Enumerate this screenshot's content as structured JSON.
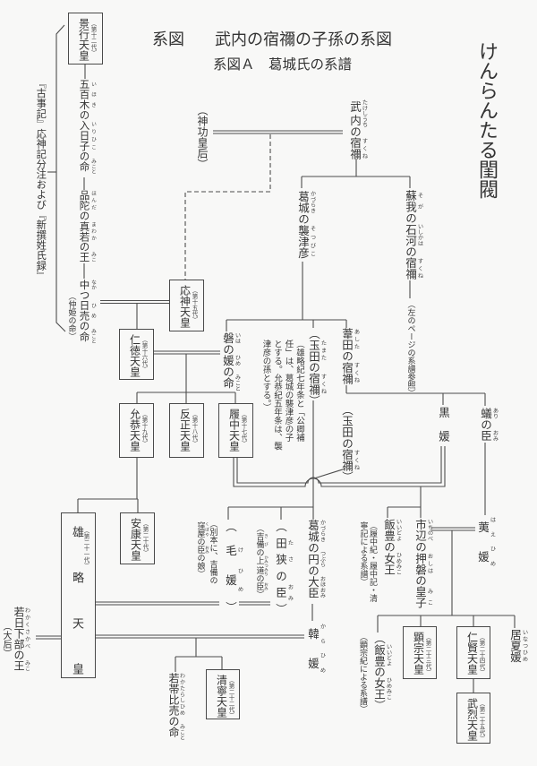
{
  "header": {
    "title_label": "系図",
    "title_text": "武内の宿禰の子孫の系図",
    "subtitle": "系図Ａ　葛城氏の系譜",
    "side_heading": "けんらんたる閨閥"
  },
  "emperors": {
    "keikou": {
      "name": "景行天皇",
      "generation": "（第十二代）"
    },
    "oujin": {
      "name": "応神天皇",
      "generation": "（第十五代）"
    },
    "nintoku": {
      "name": "仁徳天皇",
      "generation": "（第十六代）"
    },
    "richuu": {
      "name": "履中天皇",
      "generation": "（第十七代）"
    },
    "hanzei": {
      "name": "反正天皇",
      "generation": "（第十八代）"
    },
    "ingyou": {
      "name": "允恭天皇",
      "generation": "（第十九代）"
    },
    "ankou": {
      "name": "安康天皇",
      "generation": "（第二十代）"
    },
    "yuuryaku": {
      "name": "雄略天皇",
      "generation": "（第二十一代）"
    },
    "seinei": {
      "name": "清寧天皇",
      "generation": "（第二十二代）"
    },
    "kenzou": {
      "name": "顕宗天皇",
      "generation": "（第二十三代）"
    },
    "ninken": {
      "name": "仁賢天皇",
      "generation": "（第二十四代）"
    },
    "buretsu": {
      "name": "武烈天皇",
      "generation": "（第二十五代）"
    }
  },
  "persons": {
    "iokiirihiko": {
      "name": "五百木の入日子の命",
      "ruby": [
        [
          "五百木",
          "いほき"
        ],
        [
          "の",
          ""
        ],
        [
          "入日子",
          "いりひこ"
        ],
        [
          "の",
          ""
        ],
        [
          "命",
          "みこと"
        ]
      ]
    },
    "homuda_mawaka": {
      "name": "品陀の真若の王",
      "ruby": [
        [
          "品陀",
          "ほんだ"
        ],
        [
          "の",
          ""
        ],
        [
          "真若",
          "まわか"
        ],
        [
          "の",
          ""
        ],
        [
          "王",
          "みこ"
        ]
      ]
    },
    "nakatsuhime": {
      "name": "中つ日売の命",
      "ruby": [
        [
          "中",
          "なか"
        ],
        [
          "つ",
          ""
        ],
        [
          "日売",
          "ひめ"
        ],
        [
          "の",
          ""
        ],
        [
          "命",
          "みこと"
        ]
      ]
    },
    "nakatsuhime_alias": {
      "name": "（仲姫の命）",
      "ruby": [
        [
          "（仲姫の命）",
          ""
        ]
      ]
    },
    "jinguu": {
      "name": "（神功皇后）",
      "ruby": [
        [
          "（神功皇后）",
          ""
        ]
      ]
    },
    "takeuchi": {
      "name": "武内の宿禰",
      "ruby": [
        [
          "武内",
          "たけしうち"
        ],
        [
          "の",
          ""
        ],
        [
          "宿禰",
          "すくね"
        ]
      ]
    },
    "sotsuhiko": {
      "name": "葛城の襲津彦",
      "ruby": [
        [
          "葛城",
          "かづらき"
        ],
        [
          "の",
          ""
        ],
        [
          "襲津彦",
          "そつびこ"
        ]
      ]
    },
    "soga_ishikawa": {
      "name": "蘇我の石河の宿禰",
      "ruby": [
        [
          "蘇我",
          "そが"
        ],
        [
          "の",
          ""
        ],
        [
          "石河",
          "いしかは"
        ],
        [
          "の",
          ""
        ],
        [
          "宿禰",
          "すくね"
        ]
      ]
    },
    "iwanohime": {
      "name": "磐の媛の命",
      "ruby": [
        [
          "磐",
          "いは"
        ],
        [
          "の",
          ""
        ],
        [
          "媛",
          "ひめ"
        ],
        [
          "の",
          ""
        ],
        [
          "命",
          "みこと"
        ]
      ]
    },
    "tamada": {
      "name": "（玉田の宿禰）",
      "ruby": [
        [
          "（",
          ""
        ],
        [
          "玉田",
          "たまた"
        ],
        [
          "の",
          ""
        ],
        [
          "宿禰",
          "すくね"
        ],
        [
          "）",
          ""
        ]
      ]
    },
    "ashida": {
      "name": "葦田の宿禰",
      "ruby": [
        [
          "葦田",
          "あした"
        ],
        [
          "の",
          ""
        ],
        [
          "宿禰",
          "すくね"
        ]
      ]
    },
    "tamada_alt": {
      "name": "（玉田の宿禰）",
      "ruby": [
        [
          "（玉田の",
          ""
        ],
        [
          "宿禰",
          "すくね"
        ],
        [
          "）",
          ""
        ]
      ]
    },
    "kurohime": {
      "name": "黒媛",
      "ruby": [
        [
          "黒媛",
          ""
        ]
      ]
    },
    "ari_omi": {
      "name": "蟻の臣",
      "ruby": [
        [
          "蟻",
          "あり"
        ],
        [
          "の",
          ""
        ],
        [
          "臣",
          "おみ"
        ]
      ]
    },
    "haehime": {
      "name": "荑媛",
      "ruby": [
        [
          "荑",
          "はえ"
        ],
        [
          "媛",
          "ひめ"
        ]
      ]
    },
    "ichinobe": {
      "name": "市辺の押磐の皇子",
      "ruby": [
        [
          "市辺",
          "いちのべ"
        ],
        [
          "の",
          ""
        ],
        [
          "押磐",
          "おしは"
        ],
        [
          "の",
          ""
        ],
        [
          "皇子",
          "みこ"
        ]
      ]
    },
    "iitoyo": {
      "name": "飯豊の女王",
      "ruby": [
        [
          "飯豊",
          "いいどよ"
        ],
        [
          "の",
          ""
        ],
        [
          "女王",
          "ひめみこ"
        ]
      ]
    },
    "iitoyo_alt": {
      "name": "（飯豊の女王）",
      "ruby": [
        [
          "（",
          ""
        ],
        [
          "飯豊",
          "いいどよ"
        ],
        [
          "の",
          ""
        ],
        [
          "女王",
          "ひめみこ"
        ],
        [
          "）",
          ""
        ]
      ]
    },
    "inatsuhime": {
      "name": "居夏媛",
      "ruby": [
        [
          "居夏媛",
          "いなつひめ"
        ]
      ]
    },
    "kehime": {
      "name": "（毛媛）",
      "ruby": [
        [
          "（",
          ""
        ],
        [
          "毛",
          "け"
        ],
        [
          "媛",
          "ひめ"
        ],
        [
          "）",
          ""
        ]
      ]
    },
    "tasa": {
      "name": "（田狭の臣）",
      "ruby": [
        [
          "（",
          ""
        ],
        [
          "田",
          "た"
        ],
        [
          "狭",
          "さ"
        ],
        [
          "の",
          ""
        ],
        [
          "臣",
          "おみ"
        ],
        [
          "）",
          ""
        ]
      ]
    },
    "kibi_kamitsumichi": {
      "name": "（吉備の上道の臣）",
      "ruby": [
        [
          "（",
          ""
        ],
        [
          "吉備",
          "きび"
        ],
        [
          "の",
          ""
        ],
        [
          "上道",
          "かみつみち"
        ],
        [
          "の",
          ""
        ],
        [
          "臣",
          "おみ"
        ],
        [
          "）",
          ""
        ]
      ]
    },
    "tsubura": {
      "name": "葛城の円の大臣",
      "ruby": [
        [
          "葛城",
          "かづらき"
        ],
        [
          "の",
          ""
        ],
        [
          "円",
          "つぶら"
        ],
        [
          "の",
          ""
        ],
        [
          "大臣",
          "おほおみ"
        ]
      ]
    },
    "karahime": {
      "name": "韓媛",
      "ruby": [
        [
          "韓",
          "から"
        ],
        [
          "媛",
          "ひめ"
        ]
      ]
    },
    "wakakusakabe": {
      "name": "若日下部の王",
      "ruby": [
        [
          "若日下部",
          "わかくさかべ"
        ],
        [
          "の",
          ""
        ],
        [
          "王",
          "みこ"
        ]
      ]
    },
    "ookisaki": {
      "name": "（大后）",
      "ruby": [
        [
          "（大后）",
          ""
        ]
      ]
    },
    "wakatarashihime": {
      "name": "若帯比売の命",
      "ruby": [
        [
          "若帯比売",
          "わかたらしひめ"
        ],
        [
          "の",
          ""
        ],
        [
          "命",
          "みこと"
        ]
      ]
    }
  },
  "notes": {
    "source": "『古事記』応神記分注および『新撰姓氏録』",
    "soga_reference": "（左のページの系譜参照）",
    "tamada_lineage": [
      "（雄略紀七年条と「公卿補",
      "任」は、葛城の襲津彦の子",
      "とする。允恭紀五年条は、襲",
      "津彦の孫とする。）"
    ],
    "richuu_source": [
      "（履中紀・履中記・清",
      "寧記による系譜）"
    ],
    "kenzou_source": "（顕宗紀による系譜）",
    "kehime_variant": [
      [
        [
          "（別本に、吉備の",
          ""
        ]
      ],
      [
        [
          "窪屋",
          "くぼや"
        ],
        [
          "の",
          ""
        ],
        [
          "臣",
          "おみ"
        ],
        [
          "の娘）",
          ""
        ]
      ]
    ]
  }
}
